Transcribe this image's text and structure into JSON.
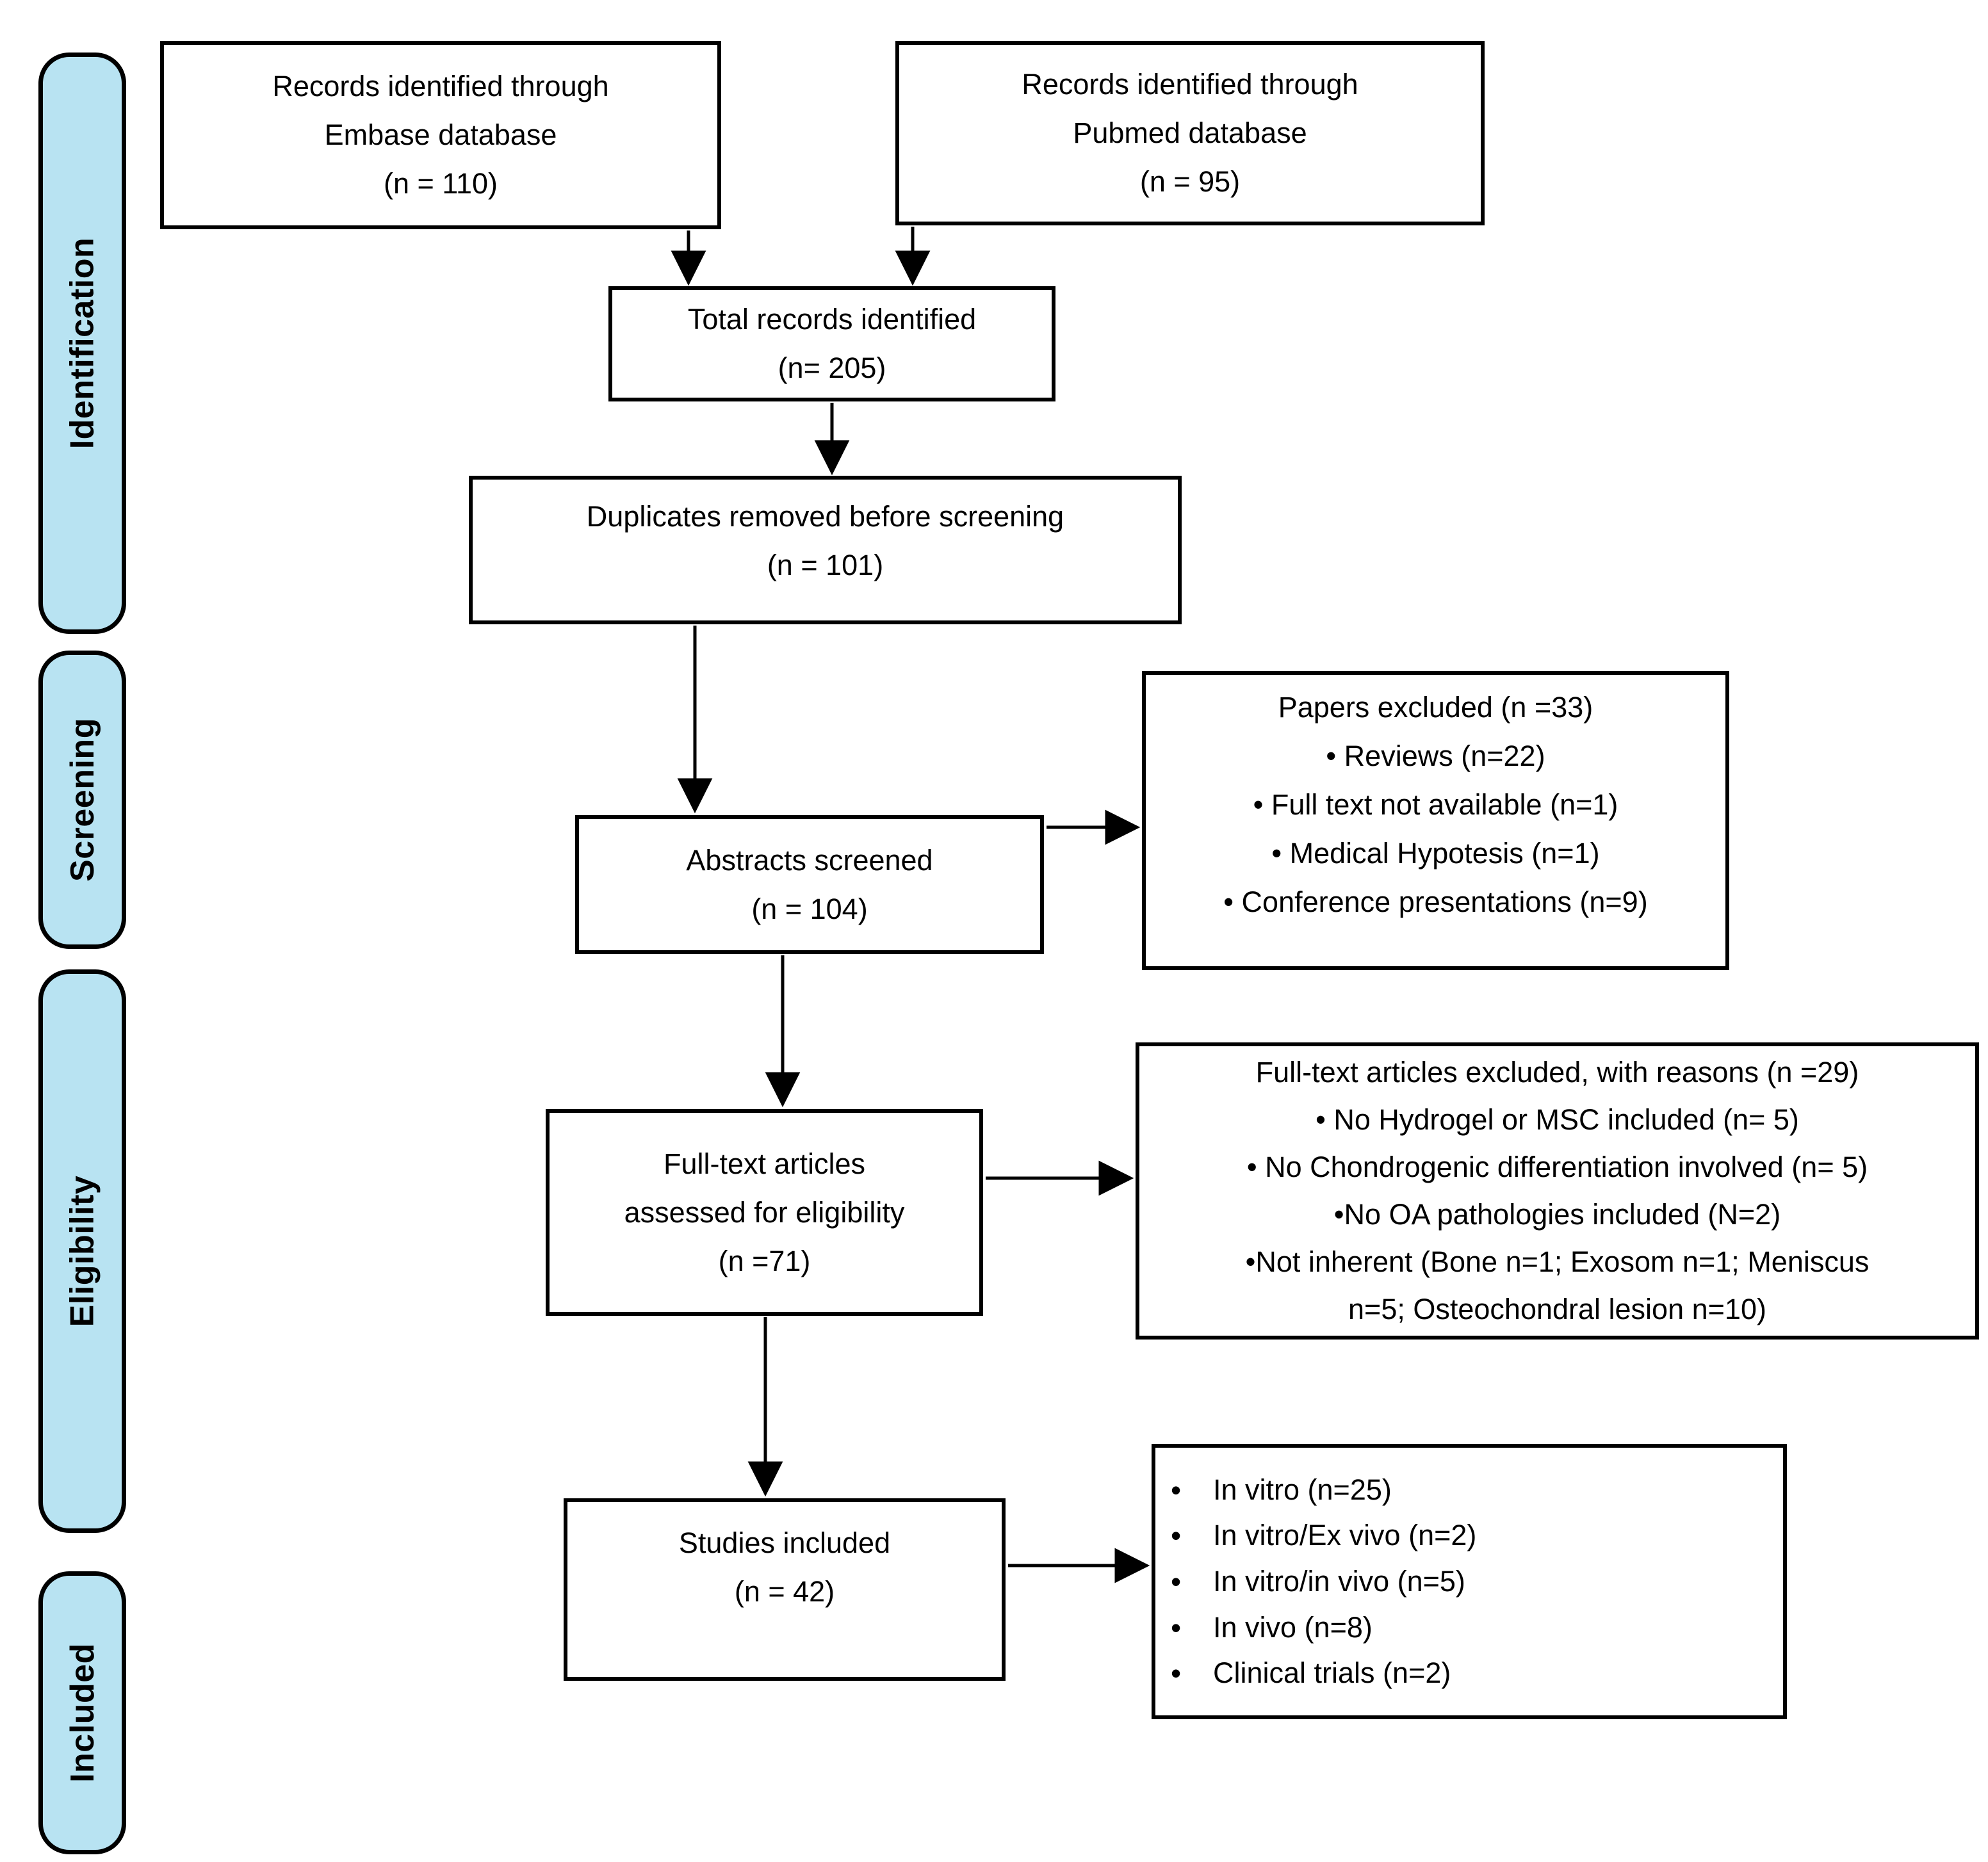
{
  "sidebar": {
    "items": [
      "Identification",
      "Screening",
      "Eligibility",
      "Included"
    ]
  },
  "boxes": {
    "embase": {
      "lines": [
        "Records identified through",
        "Embase database",
        "(n = 110)"
      ]
    },
    "pubmed": {
      "lines": [
        "Records identified through",
        "Pubmed database",
        "(n = 95)"
      ]
    },
    "total": {
      "lines": [
        "Total records identified",
        "(n= 205)"
      ]
    },
    "duplicates": {
      "lines": [
        "Duplicates removed before screening",
        "(n = 101)"
      ]
    },
    "abstracts": {
      "lines": [
        "Abstracts screened",
        "(n = 104)"
      ]
    },
    "papers_excluded": {
      "lines": [
        "Papers excluded (n =33)",
        "• Reviews (n=22)",
        "• Full text not available (n=1)",
        "• Medical Hypotesis (n=1)",
        "• Conference presentations (n=9)"
      ]
    },
    "fulltext": {
      "lines": [
        "Full-text articles",
        "assessed for eligibility",
        "(n =71)"
      ]
    },
    "fulltext_excluded": {
      "lines": [
        "Full-text articles excluded, with reasons (n =29)",
        "• No Hydrogel or MSC included (n= 5)",
        "• No Chondrogenic differentiation involved (n= 5)",
        "•No OA pathologies included (N=2)",
        "•Not inherent (Bone n=1; Exosom  n=1; Meniscus",
        "n=5; Osteochondral lesion n=10)"
      ]
    },
    "studies": {
      "lines": [
        "Studies included",
        "(n = 42)"
      ]
    },
    "included_list": {
      "bullet": "•",
      "items": [
        "In vitro (n=25)",
        "In vitro/Ex vivo (n=2)",
        "In vitro/in vivo (n=5)",
        "In vivo (n=8)",
        "Clinical trials (n=2)"
      ]
    }
  },
  "colors": {
    "stage_fill": "#B8E3F2",
    "stage_border": "#000000",
    "box_border": "#000000",
    "arrow": "#000000"
  }
}
